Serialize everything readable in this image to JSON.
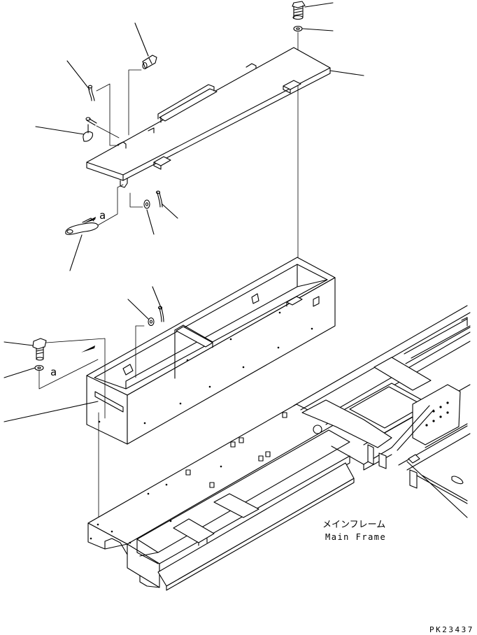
{
  "callout": "a",
  "main_frame_jp": "メインフレーム",
  "main_frame_en": "Main Frame",
  "drawing_code": "PK23437"
}
